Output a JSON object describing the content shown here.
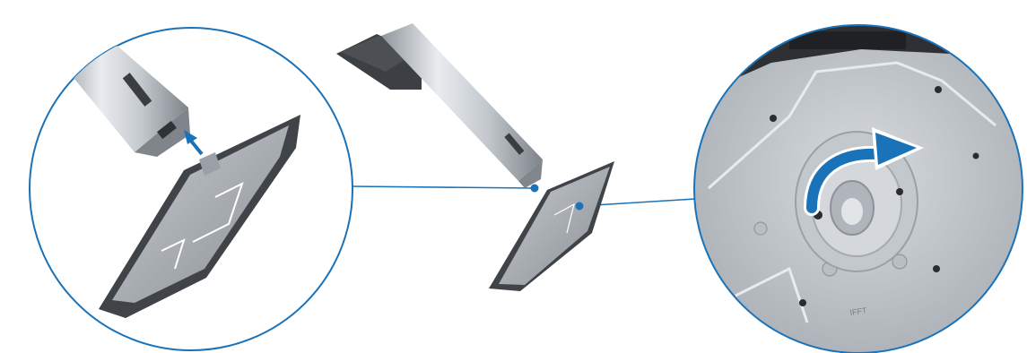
{
  "diagram": {
    "accent_color": "#1a72b8",
    "metal_color": "#c9ced3",
    "base_color": "#4a4d52",
    "steps": [
      {
        "id": "attach-riser",
        "icon": "arrow-up-right-icon"
      },
      {
        "id": "rotate-to-lock",
        "icon": "curved-arrow-icon"
      }
    ],
    "stamp_text": "IFFT"
  }
}
